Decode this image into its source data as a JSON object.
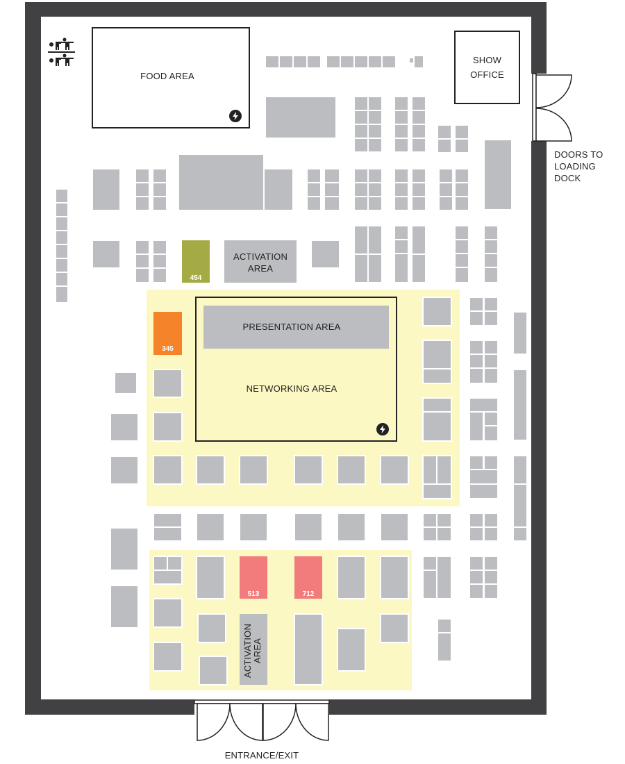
{
  "areas": {
    "food": "FOOD AREA",
    "show_office_line1": "SHOW",
    "show_office_line2": "OFFICE",
    "activation_top_line1": "ACTIVATION",
    "activation_top_line2": "AREA",
    "presentation": "PRESENTATION AREA",
    "networking": "NETWORKING AREA",
    "activation_bottom_line1": "ACTIVATION",
    "activation_bottom_line2": "AREA"
  },
  "doors": {
    "loading_line1": "DOORS TO",
    "loading_line2": "LOADING",
    "loading_line3": "DOCK",
    "entrance": "ENTRANCE/EXIT"
  },
  "booths": [
    {
      "number": "454",
      "color": "#a5ab44"
    },
    {
      "number": "345",
      "color": "#f5832a"
    },
    {
      "number": "513",
      "color": "#f27b7b"
    },
    {
      "number": "712",
      "color": "#f27b7b"
    }
  ],
  "icons": {
    "restroom": "restroom-icon",
    "power": "power-outlet-icon"
  },
  "colors": {
    "wall": "#414042",
    "booth": "#bcbdc0",
    "zone_highlight": "#fbf8c4"
  }
}
